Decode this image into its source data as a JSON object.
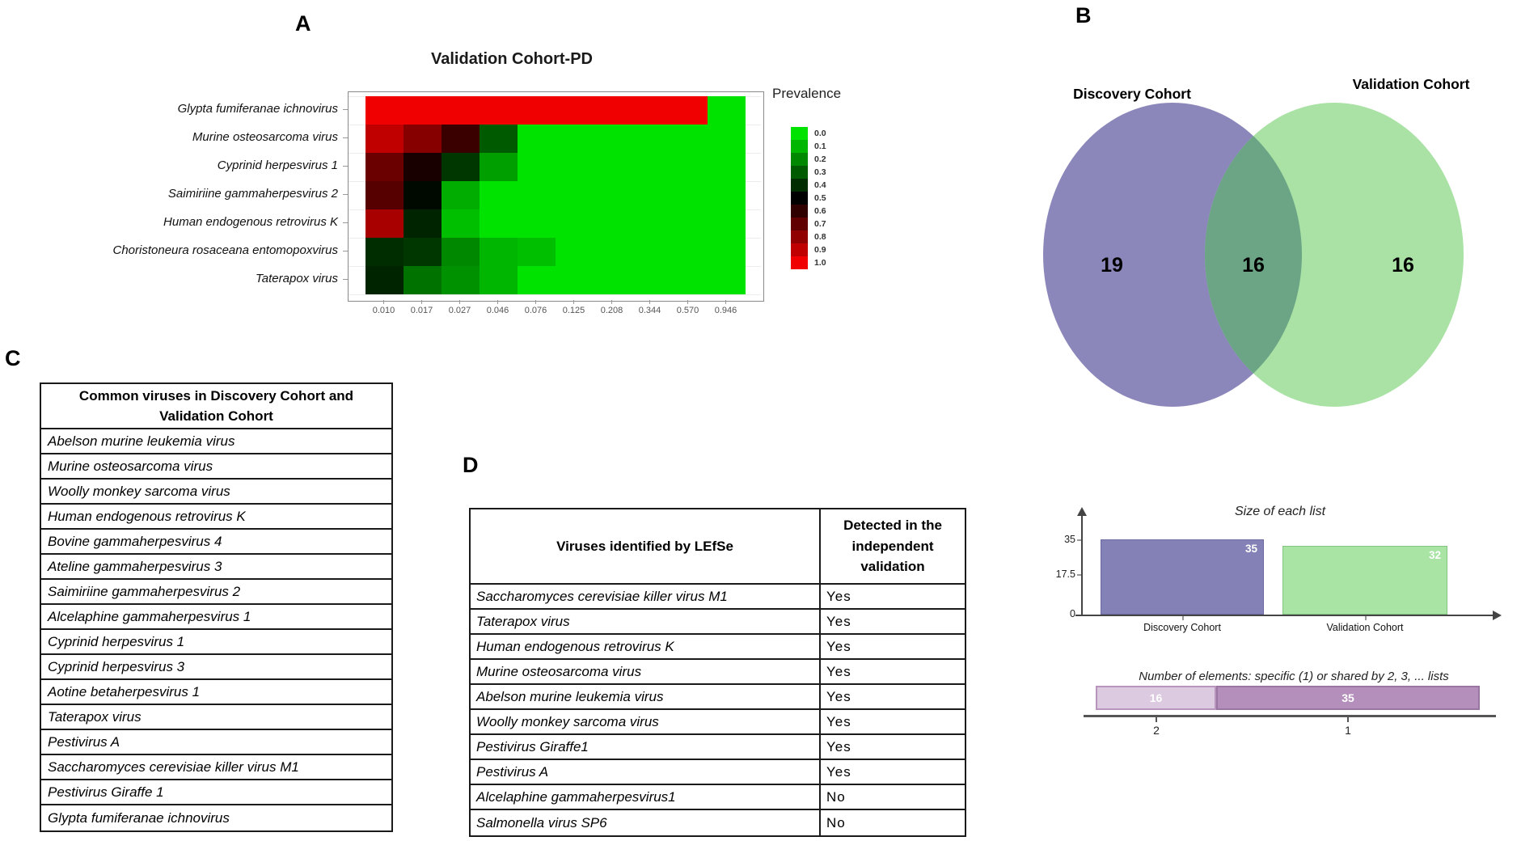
{
  "panel_labels": {
    "a": "A",
    "b": "B",
    "c": "C",
    "d": "D"
  },
  "chart_data": [
    {
      "id": "prevalence_heatmap",
      "type": "heatmap",
      "title": "Validation Cohort-PD",
      "rows": [
        "Glypta fumiferanae ichnovirus",
        "Murine osteosarcoma virus",
        "Cyprinid herpesvirus 1",
        "Saimiriine gammaherpesvirus 2",
        "Human endogenous retrovirus K",
        "Choristoneura rosaceana entomopoxvirus",
        "Taterapox virus"
      ],
      "x_tick_labels": [
        "0.010",
        "0.017",
        "0.027",
        "0.046",
        "0.076",
        "0.125",
        "0.208",
        "0.344",
        "0.570",
        "0.946"
      ],
      "values": [
        [
          1,
          1,
          1,
          1,
          1,
          1,
          1,
          1,
          1,
          0
        ],
        [
          0.9,
          0.78,
          0.62,
          0.3,
          0,
          0,
          0,
          0,
          0,
          0
        ],
        [
          0.72,
          0.55,
          0.38,
          0.15,
          0,
          0,
          0,
          0,
          0,
          0
        ],
        [
          0.68,
          0.48,
          0.12,
          0,
          0,
          0,
          0,
          0,
          0,
          0
        ],
        [
          0.85,
          0.42,
          0.08,
          0,
          0,
          0,
          0,
          0,
          0,
          0
        ],
        [
          0.4,
          0.38,
          0.2,
          0.1,
          0.08,
          0,
          0,
          0,
          0,
          0
        ],
        [
          0.42,
          0.25,
          0.18,
          0.1,
          0,
          0,
          0,
          0,
          0,
          0
        ]
      ],
      "legend": {
        "title": "Prevalence",
        "tick_labels": [
          "0.0",
          "0.1",
          "0.2",
          "0.3",
          "0.4",
          "0.5",
          "0.6",
          "0.7",
          "0.8",
          "0.9",
          "1.0"
        ],
        "scale": "green (0.0) through black (0.5) to red (1.0)"
      }
    },
    {
      "id": "cohort_venn",
      "type": "venn",
      "left_label": "Discovery Cohort",
      "right_label": "Validation Cohort",
      "left_only": "19",
      "intersection": "16",
      "right_only": "16",
      "left_color": "#8b87ba",
      "right_color": "#a9e2a4",
      "overlap_color": "#6ba585"
    },
    {
      "id": "size_of_each_list",
      "type": "bar",
      "title": "Size of each list",
      "categories": [
        "Discovery Cohort",
        "Validation Cohort"
      ],
      "values": [
        35,
        32
      ],
      "bar_labels": [
        "35",
        "32"
      ],
      "bar_colors": [
        "#8381b5",
        "#a9e4a5"
      ],
      "bar_borders": [
        "#6c6aa3",
        "#84c583"
      ],
      "y_ticks": [
        "35",
        "17.5",
        "0"
      ],
      "ylim": [
        0,
        35
      ]
    },
    {
      "id": "number_of_elements",
      "type": "bar",
      "orientation": "horizontal_stacked",
      "title": "Number of elements: specific (1) or shared by 2, 3, ... lists",
      "segments": [
        {
          "label": "16",
          "value": 16,
          "tick": "2",
          "color": "#dccae0",
          "border": "#b795bd"
        },
        {
          "label": "35",
          "value": 35,
          "tick": "1",
          "color": "#b58fbb",
          "border": "#9a77a2"
        }
      ]
    },
    {
      "id": "common_viruses_table",
      "type": "table",
      "header": "Common viruses in Discovery Cohort and Validation Cohort",
      "rows": [
        "Abelson murine leukemia virus",
        "Murine osteosarcoma virus",
        "Woolly monkey sarcoma virus",
        "Human endogenous retrovirus K",
        "Bovine gammaherpesvirus 4",
        "Ateline gammaherpesvirus 3",
        "Saimiriine gammaherpesvirus 2",
        "Alcelaphine gammaherpesvirus 1",
        "Cyprinid herpesvirus 1",
        "Cyprinid herpesvirus 3",
        "Aotine betaherpesvirus 1",
        "Taterapox virus",
        "Pestivirus A",
        "Saccharomyces cerevisiae killer virus M1",
        "Pestivirus Giraffe 1",
        "Glypta fumiferanae ichnovirus"
      ]
    },
    {
      "id": "lefse_table",
      "type": "table",
      "columns": [
        "Viruses identified by LEfSe",
        "Detected in the independent validation"
      ],
      "rows": [
        [
          "Saccharomyces cerevisiae killer virus M1",
          "Yes"
        ],
        [
          "Taterapox virus",
          "Yes"
        ],
        [
          "Human endogenous retrovirus K",
          "Yes"
        ],
        [
          "Murine osteosarcoma virus",
          "Yes"
        ],
        [
          "Abelson murine leukemia virus",
          "Yes"
        ],
        [
          "Woolly monkey sarcoma virus",
          "Yes"
        ],
        [
          "Pestivirus Giraffe1",
          "Yes"
        ],
        [
          "Pestivirus A",
          "Yes"
        ],
        [
          "Alcelaphine gammaherpesvirus1",
          "No"
        ],
        [
          "Salmonella virus SP6",
          "No"
        ]
      ]
    }
  ]
}
